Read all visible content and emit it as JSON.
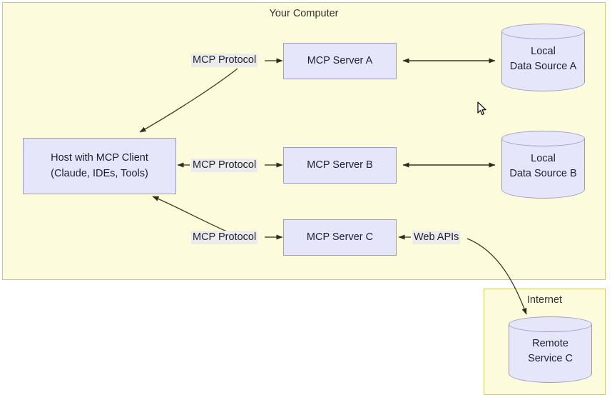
{
  "diagram": {
    "containers": [
      {
        "id": "computer",
        "title": "Your Computer"
      },
      {
        "id": "internet",
        "title": "Internet"
      }
    ],
    "nodes": {
      "host": {
        "line1": "Host with MCP Client",
        "line2": "(Claude, IDEs, Tools)"
      },
      "server_a": {
        "label": "MCP Server A"
      },
      "server_b": {
        "label": "MCP Server B"
      },
      "server_c": {
        "label": "MCP Server C"
      },
      "datasource_a": {
        "line1": "Local",
        "line2": "Data Source A"
      },
      "datasource_b": {
        "line1": "Local",
        "line2": "Data Source B"
      },
      "remote_c": {
        "line1": "Remote",
        "line2": "Service C"
      }
    },
    "edge_labels": {
      "mcp_a": "MCP Protocol",
      "mcp_b": "MCP Protocol",
      "mcp_c": "MCP Protocol",
      "web_apis": "Web APIs"
    },
    "colors": {
      "container_fill": "#fcfcdc",
      "container_border": "#c8c86e",
      "node_fill": "#e6e6fb",
      "node_border": "#9c9cc8",
      "label_highlight": "#ebebeb",
      "edge_stroke": "#3d3d26",
      "text": "#1f1f2e",
      "page_background": "#ffffff"
    }
  }
}
